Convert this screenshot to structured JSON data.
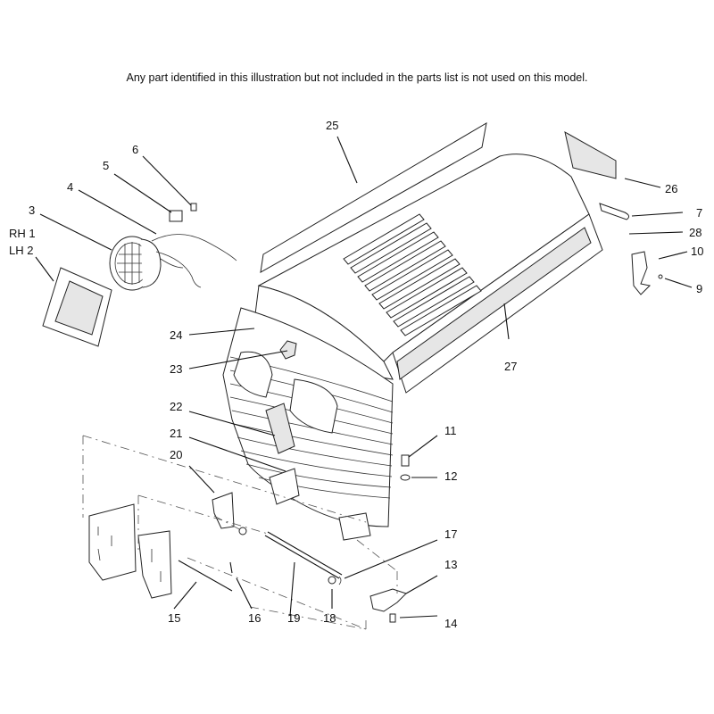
{
  "note": "Any part identified in this illustration but not included in the parts list is not used on this model.",
  "callouts": {
    "c1": "RH 1",
    "c2": "LH 2",
    "c3": "3",
    "c4": "4",
    "c5": "5",
    "c6": "6",
    "c7": "7",
    "c9": "9",
    "c10": "10",
    "c11": "11",
    "c12": "12",
    "c13": "13",
    "c14": "14",
    "c15": "15",
    "c16": "16",
    "c17": "17",
    "c18": "18",
    "c19": "19",
    "c20": "20",
    "c21": "21",
    "c22": "22",
    "c23": "23",
    "c24": "24",
    "c25": "25",
    "c26": "26",
    "c27": "27",
    "c28": "28"
  }
}
